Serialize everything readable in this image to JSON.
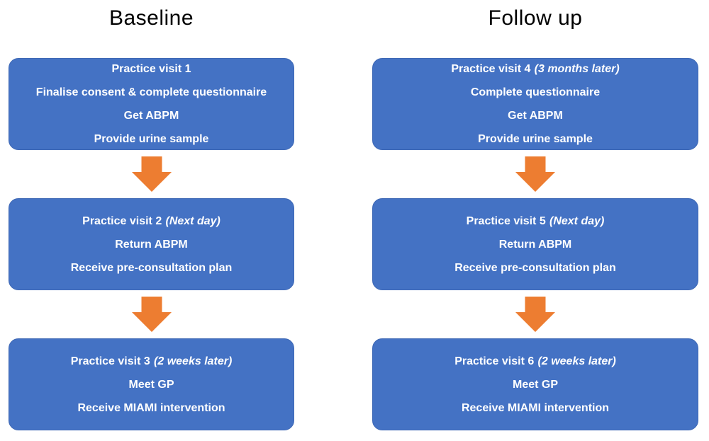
{
  "columns": [
    {
      "title": "Baseline",
      "boxes": [
        {
          "heading": "Practice visit 1",
          "heading_note": "",
          "lines": [
            "Finalise consent & complete questionnaire",
            "Get ABPM",
            "Provide urine sample"
          ]
        },
        {
          "heading": "Practice visit 2",
          "heading_note": "(Next day)",
          "lines": [
            "Return ABPM",
            "Receive pre-consultation plan"
          ]
        },
        {
          "heading": "Practice visit 3",
          "heading_note": "(2 weeks later)",
          "lines": [
            "Meet GP",
            "Receive MIAMI intervention"
          ]
        }
      ]
    },
    {
      "title": "Follow up",
      "boxes": [
        {
          "heading": "Practice visit 4",
          "heading_note": "(3 months later)",
          "lines": [
            "Complete questionnaire",
            "Get ABPM",
            "Provide urine sample"
          ]
        },
        {
          "heading": "Practice visit 5",
          "heading_note": "(Next day)",
          "lines": [
            "Return ABPM",
            "Receive pre-consultation plan"
          ]
        },
        {
          "heading": "Practice visit 6",
          "heading_note": "(2 weeks later)",
          "lines": [
            "Meet GP",
            "Receive MIAMI intervention"
          ]
        }
      ]
    }
  ],
  "icons": {
    "down_arrow": "block-arrow-down"
  },
  "colors": {
    "background": "#FFFFFF",
    "title_text": "#000000",
    "box_fill": "#4472C4",
    "box_border": "#3E68B5",
    "box_text": "#FFFFFF",
    "arrow": "#ED7D31"
  }
}
